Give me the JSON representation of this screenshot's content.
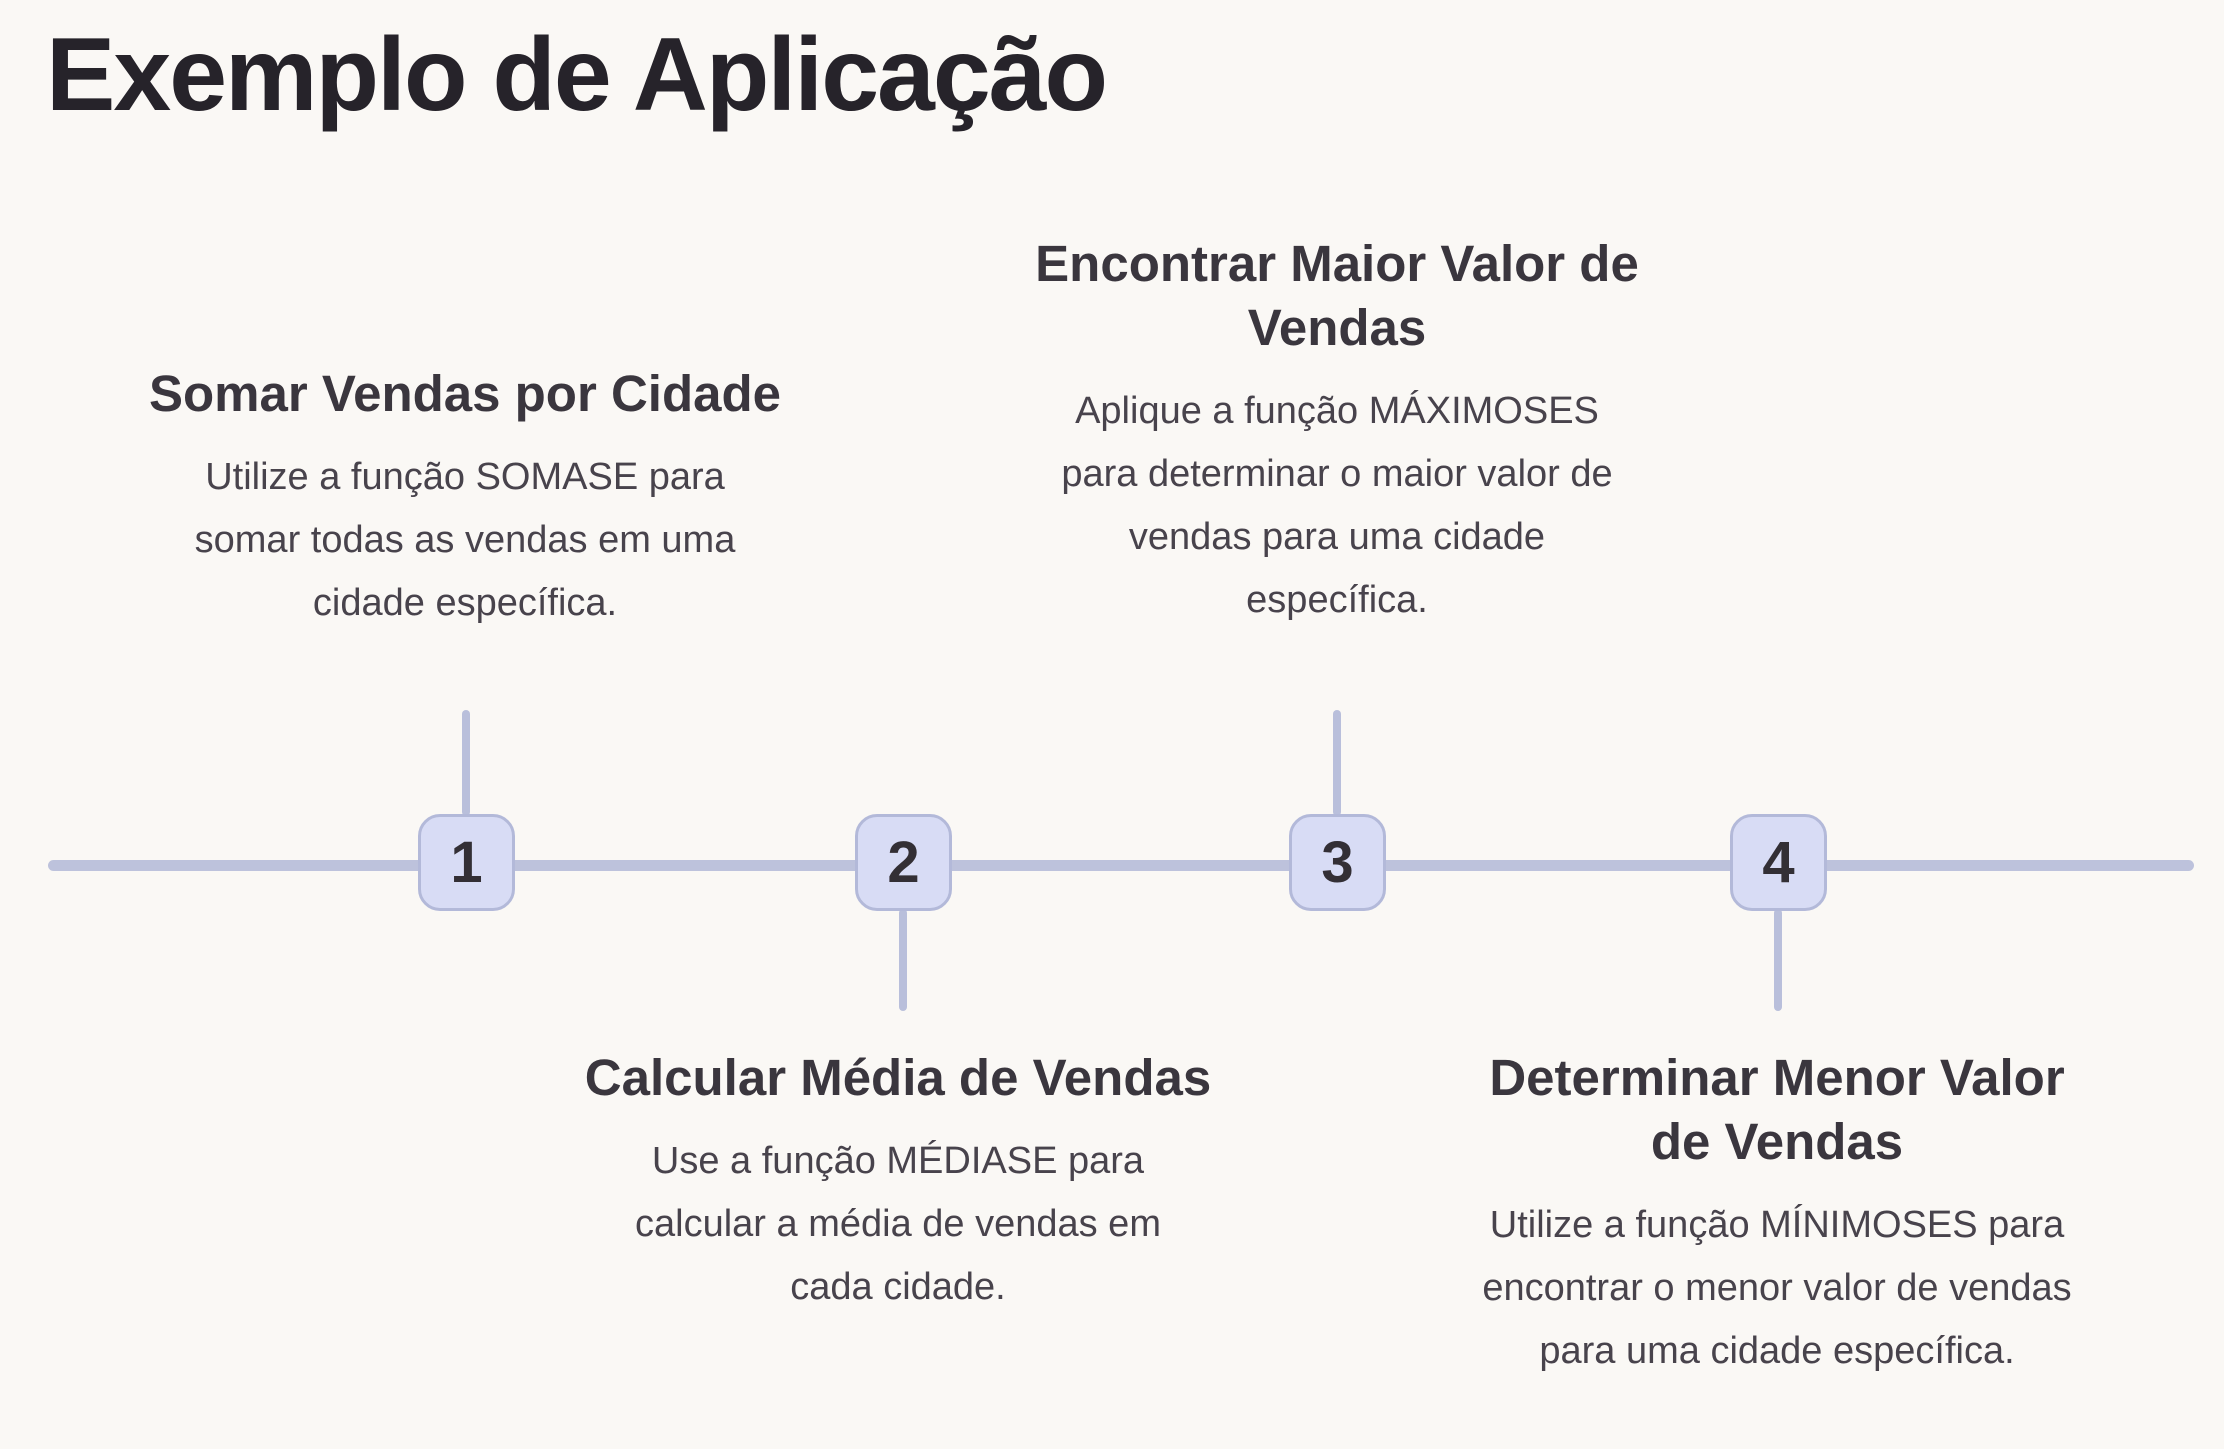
{
  "page": {
    "title": "Exemplo de Aplicação",
    "background_color": "#faf8f5"
  },
  "colors": {
    "timeline_line": "#bdc2dc",
    "node_fill": "#d8dcf5",
    "node_border": "#b3b9d9",
    "node_number": "#332f35",
    "heading_text": "#3a363e",
    "body_text": "#48434c",
    "title_text": "#26232a"
  },
  "timeline": {
    "items": [
      {
        "number": "1",
        "position": "above",
        "title": "Somar Vendas por Cidade",
        "description_lines": [
          "Utilize a função SOMASE para",
          "somar todas as vendas em uma",
          "cidade específica."
        ]
      },
      {
        "number": "2",
        "position": "below",
        "title": "Calcular Média de Vendas",
        "description_lines": [
          "Use a função MÉDIASE para",
          "calcular a média de vendas em",
          "cada cidade."
        ]
      },
      {
        "number": "3",
        "position": "above",
        "title_lines": [
          "Encontrar Maior Valor de",
          "Vendas"
        ],
        "description_lines": [
          "Aplique a função MÁXIMOSES",
          "para determinar o maior valor de",
          "vendas para uma cidade",
          "específica."
        ]
      },
      {
        "number": "4",
        "position": "below",
        "title_lines": [
          "Determinar Menor Valor",
          "de Vendas"
        ],
        "description_lines": [
          "Utilize a função MÍNIMOSES para",
          "encontrar o menor valor de vendas",
          "para uma cidade específica."
        ]
      }
    ]
  }
}
